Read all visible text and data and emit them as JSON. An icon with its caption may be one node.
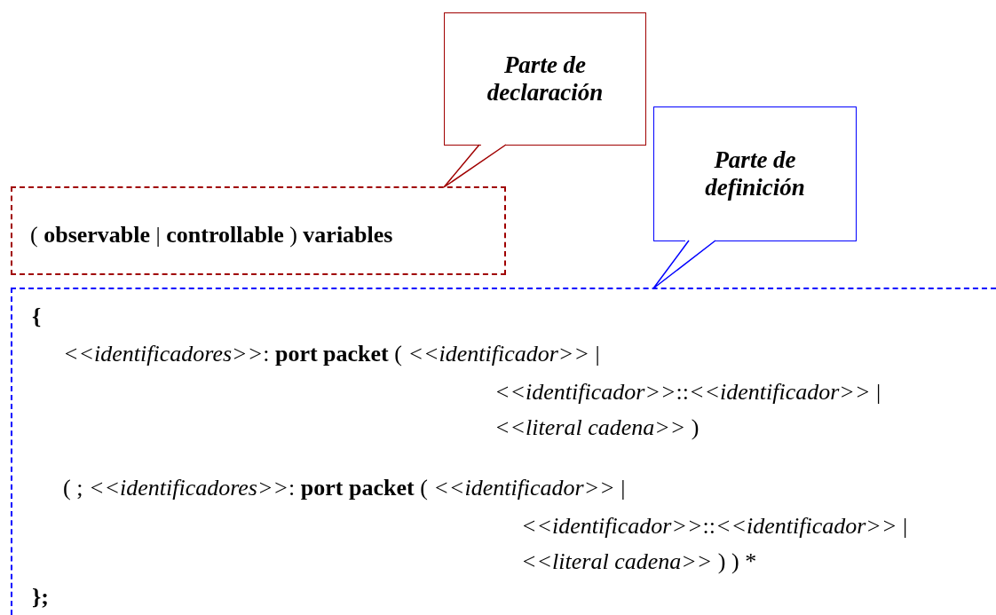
{
  "diagram": {
    "nodes": [
      {
        "text": [
          "Parte de declaración"
        ]
      },
      {
        "text": [
          "( **observable** | **controllable** ) **variables**"
        ]
      },
      {
        "text": [
          "Parte de definición"
        ]
      },
      {
        "text": [
          "{",
          "*<<identificadores>>*: **port packet** ( *<<identificador>>* |",
          "*<<identificador>>*::*<<identificador>>* |",
          "*<<literal cadena>>* )",
          "( ; *<<identificadores>>*: **port packet** ( *<<identificador>>* |",
          "*<<identificador>>*::*<<identificador>>* |",
          "*<<literal cadena>>* ) ) *",
          "};"
        ]
      }
    ],
    "edges": [
      {
        "from": 0,
        "to": 1,
        "arrow": "none",
        "color": "#a00000"
      },
      {
        "from": 2,
        "to": 3,
        "arrow": "none",
        "color": "#0000ff"
      }
    ]
  }
}
